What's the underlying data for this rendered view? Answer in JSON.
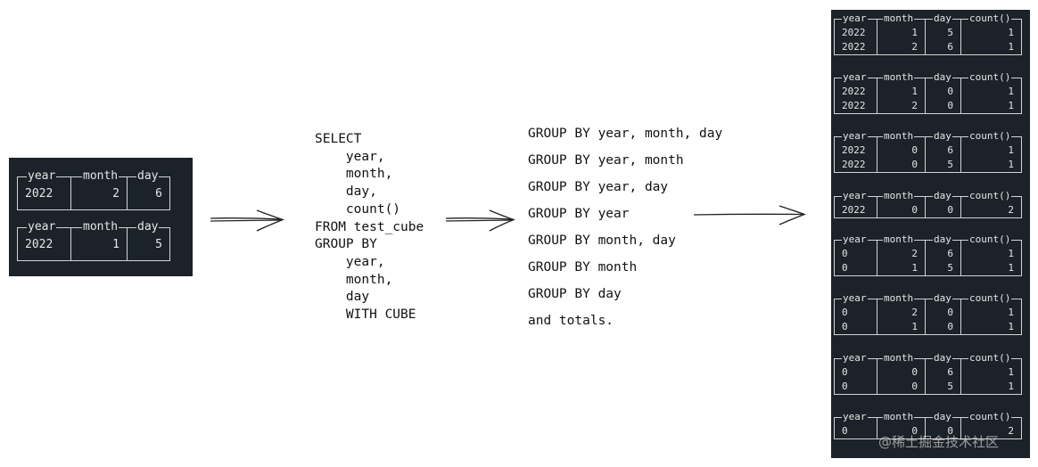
{
  "source_table": {
    "blocks": [
      {
        "headers": [
          "year",
          "month",
          "day"
        ],
        "rows": [
          [
            "2022",
            "2",
            "6"
          ]
        ]
      },
      {
        "headers": [
          "year",
          "month",
          "day"
        ],
        "rows": [
          [
            "2022",
            "1",
            "5"
          ]
        ]
      }
    ]
  },
  "query": {
    "lines": [
      "SELECT",
      "    year,",
      "    month,",
      "    day,",
      "    count()",
      "FROM test_cube",
      "GROUP BY",
      "    year,",
      "    month,",
      "    day",
      "    WITH CUBE"
    ]
  },
  "groupings": {
    "lines": [
      "GROUP BY year, month, day",
      "GROUP BY year, month",
      "GROUP BY year, day",
      "GROUP BY year",
      "GROUP BY month, day",
      "GROUP BY month",
      "GROUP BY day",
      "and totals."
    ]
  },
  "results": {
    "blocks": [
      {
        "headers": [
          "year",
          "month",
          "day",
          "count()"
        ],
        "rows": [
          [
            "2022",
            "1",
            "5",
            "1"
          ],
          [
            "2022",
            "2",
            "6",
            "1"
          ]
        ]
      },
      {
        "headers": [
          "year",
          "month",
          "day",
          "count()"
        ],
        "rows": [
          [
            "2022",
            "1",
            "0",
            "1"
          ],
          [
            "2022",
            "2",
            "0",
            "1"
          ]
        ]
      },
      {
        "headers": [
          "year",
          "month",
          "day",
          "count()"
        ],
        "rows": [
          [
            "2022",
            "0",
            "6",
            "1"
          ],
          [
            "2022",
            "0",
            "5",
            "1"
          ]
        ]
      },
      {
        "headers": [
          "year",
          "month",
          "day",
          "count()"
        ],
        "rows": [
          [
            "2022",
            "0",
            "0",
            "2"
          ]
        ]
      },
      {
        "headers": [
          "year",
          "month",
          "day",
          "count()"
        ],
        "rows": [
          [
            "0",
            "2",
            "6",
            "1"
          ],
          [
            "0",
            "1",
            "5",
            "1"
          ]
        ]
      },
      {
        "headers": [
          "year",
          "month",
          "day",
          "count()"
        ],
        "rows": [
          [
            "0",
            "2",
            "0",
            "1"
          ],
          [
            "0",
            "1",
            "0",
            "1"
          ]
        ]
      },
      {
        "headers": [
          "year",
          "month",
          "day",
          "count()"
        ],
        "rows": [
          [
            "0",
            "0",
            "6",
            "1"
          ],
          [
            "0",
            "0",
            "5",
            "1"
          ]
        ]
      },
      {
        "headers": [
          "year",
          "month",
          "day",
          "count()"
        ],
        "rows": [
          [
            "0",
            "0",
            "0",
            "2"
          ]
        ]
      }
    ]
  },
  "watermark": "@稀土掘金技术社区",
  "colors": {
    "panel_bg": "#1b2229",
    "panel_text": "#e6e6e6",
    "grid_line": "#d4d4d4",
    "ink": "#111111"
  }
}
